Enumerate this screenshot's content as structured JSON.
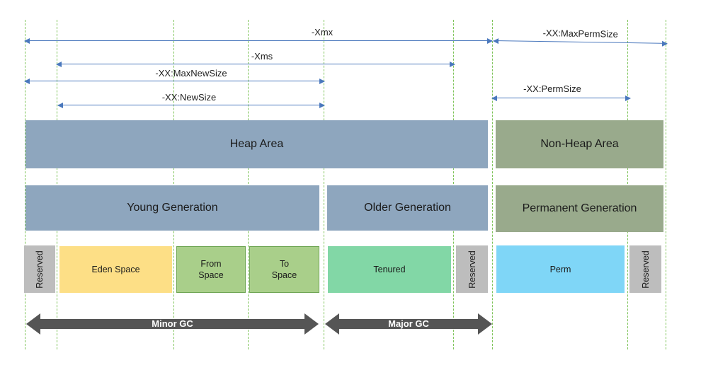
{
  "dimensions": {
    "xmx": "-Xmx",
    "max_perm_size": "-XX:MaxPermSize",
    "xms": "-Xms",
    "max_new_size": "-XX:MaxNewSize",
    "new_size": "-XX:NewSize",
    "perm_size": "-XX:PermSize"
  },
  "areas": {
    "heap": "Heap Area",
    "non_heap": "Non-Heap Area"
  },
  "generations": {
    "young": "Young Generation",
    "older": "Older Generation",
    "permanent": "Permanent Generation"
  },
  "spaces": {
    "reserved": "Reserved",
    "eden": "Eden Space",
    "from_line1": "From",
    "from_line2": "Space",
    "to_line1": "To",
    "to_line2": "Space",
    "tenured": "Tenured",
    "perm": "Perm"
  },
  "gc": {
    "minor": "Minor GC",
    "major": "Major GC"
  },
  "colors": {
    "heap": "#8ea6be",
    "non_heap": "#99aa8c",
    "reserved": "#bdbdbd",
    "eden": "#fddf86",
    "survivor": "#a9cf8a",
    "tenured": "#82d7a6",
    "perm": "#7fd6f7",
    "arrow": "#4a78bd",
    "gc_arrow": "#555555",
    "guide": "#7fc45a"
  }
}
